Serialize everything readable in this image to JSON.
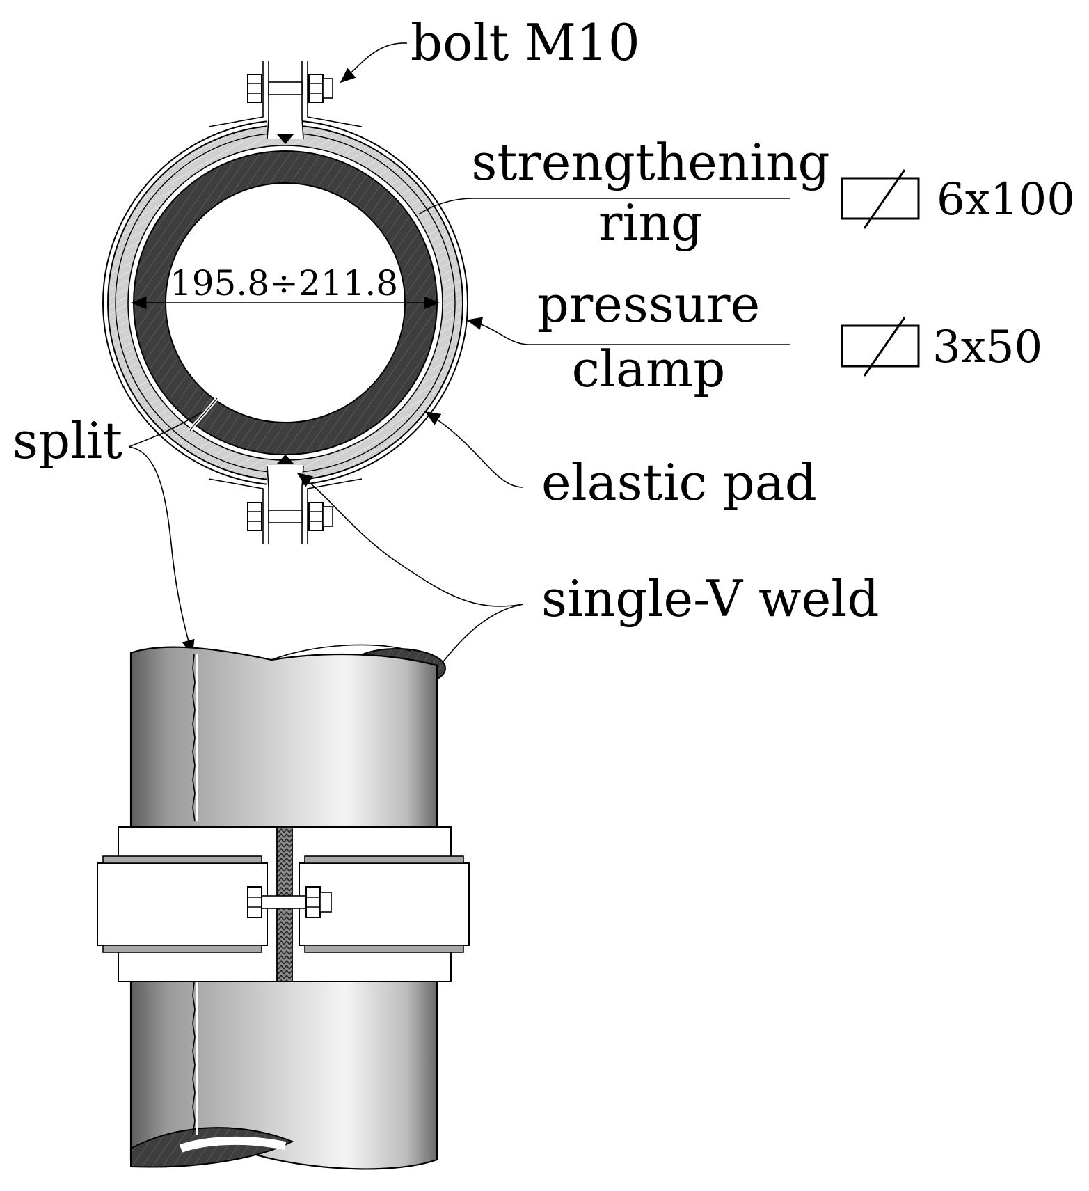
{
  "labels": {
    "bolt": "bolt M10",
    "strengthening_line1": "strengthening",
    "strengthening_line2": "ring",
    "pressure_line1": "pressure",
    "pressure_line2": "clamp",
    "split": "split",
    "elastic_pad": "elastic pad",
    "weld": "single-V weld",
    "diameter": "195.8÷211.8"
  },
  "sections": {
    "ring": "6x100",
    "clamp": "3x50"
  },
  "colors": {
    "ring_fill": "#3f3f3f",
    "pad_fill": "#cfcfcf",
    "pipe_light": "#f2f2f2",
    "pipe_dark": "#6e6e6e"
  }
}
